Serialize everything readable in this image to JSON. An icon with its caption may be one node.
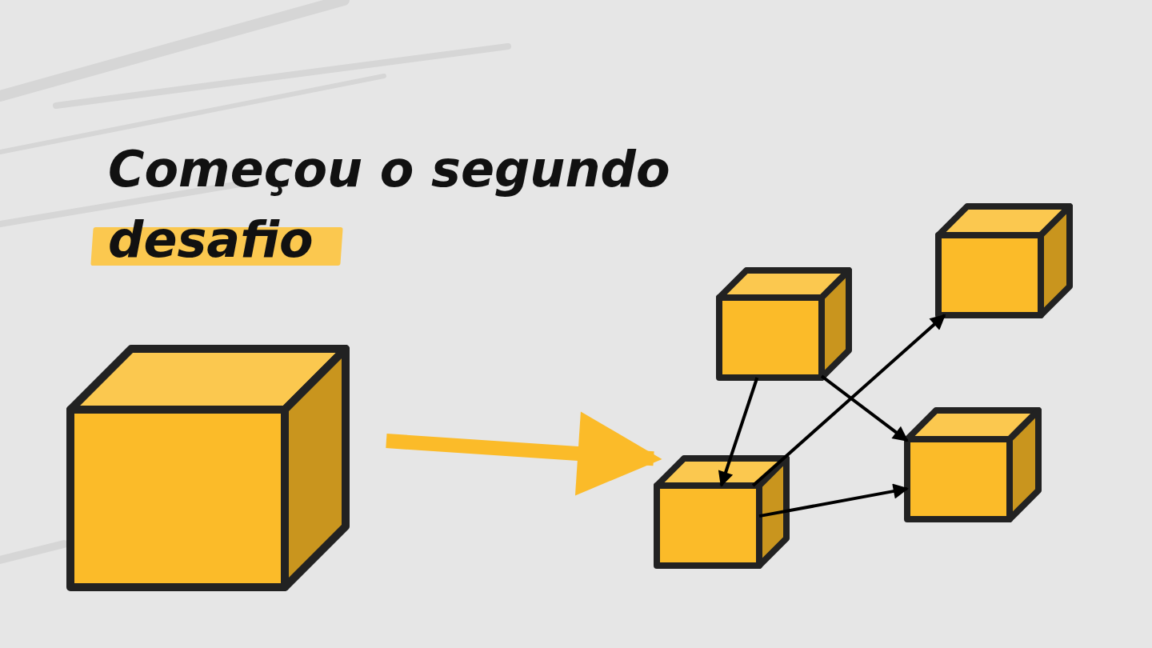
{
  "diagram": {
    "title": "Começou o segundo desafio",
    "nodes": [
      {
        "text": [],
        "shape": "cube"
      },
      {
        "text": [],
        "shape": "cube"
      },
      {
        "text": [],
        "shape": "cube"
      },
      {
        "text": [],
        "shape": "cube"
      },
      {
        "text": [],
        "shape": "cube"
      }
    ],
    "edges": [
      {
        "from": 0,
        "to": 3,
        "arrow": "to",
        "style": "thick",
        "color": "#fbbb29"
      },
      {
        "from": 1,
        "to": 3,
        "arrow": "to"
      },
      {
        "from": 1,
        "to": 4,
        "arrow": "to"
      },
      {
        "from": 3,
        "to": 4,
        "arrow": "to"
      },
      {
        "from": 3,
        "to": 2,
        "arrow": "to"
      }
    ]
  }
}
